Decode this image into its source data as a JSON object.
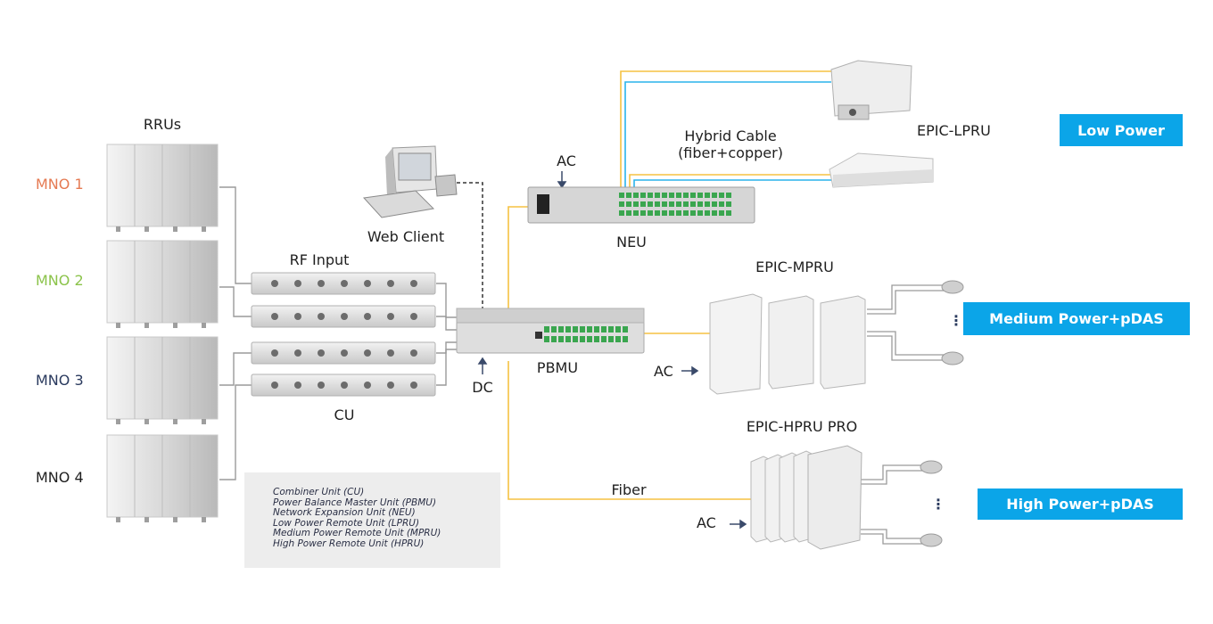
{
  "colors": {
    "fiber": "#f5c242",
    "copper": "#2ab4ec",
    "connector": "#9a9a9a",
    "badge": "#0ba5e8",
    "mno1": "#e57a52",
    "mno2": "#8bc34a",
    "mno3": "#2a3a5e",
    "mno4": "#1f1f1f"
  },
  "labels": {
    "rrus": "RRUs",
    "rf_input": "RF Input",
    "cu": "CU",
    "web_client": "Web Client",
    "pbmu": "PBMU",
    "dc": "DC",
    "ac_neu": "AC",
    "neu": "NEU",
    "hybrid_cable_line1": "Hybrid Cable",
    "hybrid_cable_line2": "(fiber+copper)",
    "epic_lpru": "EPIC-LPRU",
    "epic_mpru": "EPIC-MPRU",
    "ac_mpru": "AC",
    "epic_hpru": "EPIC-HPRU PRO",
    "fiber": "Fiber",
    "ac_hpru": "AC",
    "ellipsis": "⋮"
  },
  "operators": [
    {
      "name": "MNO 1"
    },
    {
      "name": "MNO 2"
    },
    {
      "name": "MNO 3"
    },
    {
      "name": "MNO 4"
    }
  ],
  "badges": {
    "low_power": "Low Power",
    "medium_power": "Medium Power+pDAS",
    "high_power": "High Power+pDAS"
  },
  "legend": [
    "Combiner Unit (CU)",
    "Power Balance Master Unit (PBMU)",
    "Network Expansion Unit (NEU)",
    "Low Power Remote Unit (LPRU)",
    "Medium Power Remote Unit (MPRU)",
    "High Power Remote Unit (HPRU)"
  ]
}
